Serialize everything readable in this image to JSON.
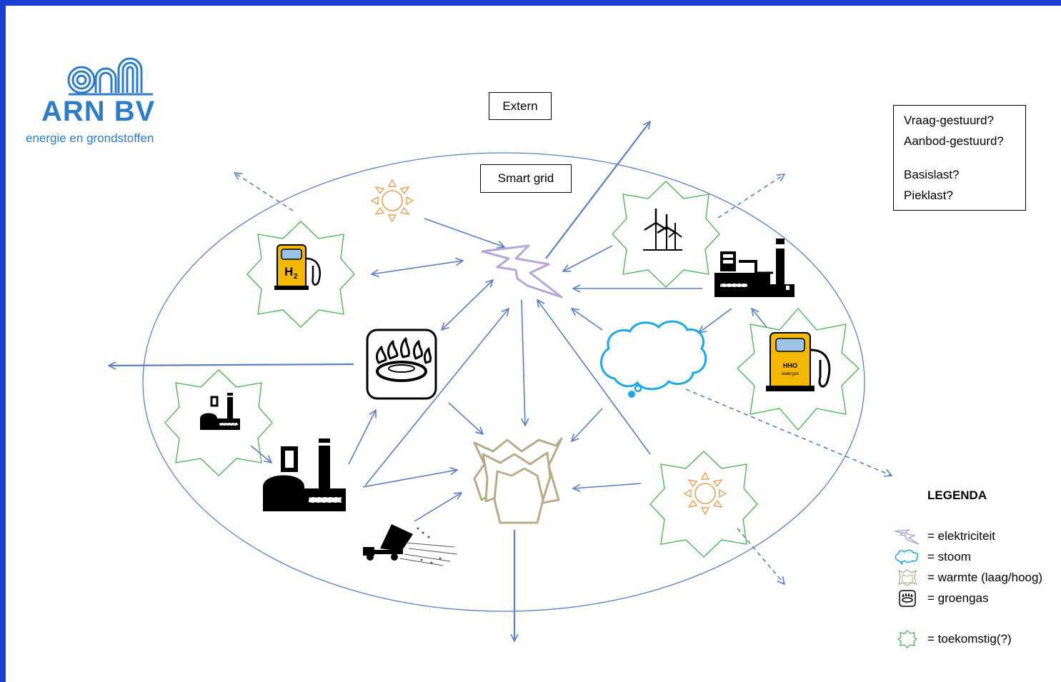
{
  "logo": {
    "title": "ARN BV",
    "subtitle": "energie en grondstoffen"
  },
  "labels": {
    "extern": "Extern",
    "smart_grid": "Smart grid"
  },
  "questions": {
    "line1": "Vraag-gestuurd?",
    "line2": "Aanbod-gestuurd?",
    "line3": "Basislast?",
    "line4": "Pieklast?"
  },
  "icons": {
    "h2_pump_text": "H",
    "h2_pump_sub": "2",
    "hho_pump_text": "HHO",
    "hho_pump_sub": "watergas"
  },
  "legend": {
    "title": "LEGENDA",
    "items": [
      {
        "icon": "lightning-icon",
        "label": "= elektriciteit"
      },
      {
        "icon": "cloud-icon",
        "label": "= stoom"
      },
      {
        "icon": "heat-icon",
        "label": "= warmte (laag/hoog)"
      },
      {
        "icon": "gas-burner-icon",
        "label": "= groengas"
      },
      {
        "icon": "star-icon",
        "label": "= toekomstig(?)"
      }
    ]
  },
  "colors": {
    "frame": "#1a3fd0",
    "arrow": "#5b7fc2",
    "star": "#4caf50",
    "lightning": "#b8a6d9",
    "cloud": "#1ea7e8",
    "heat": "#b8ab8a",
    "sun": "#e8a15a",
    "pump": "#f5b800",
    "logo": "#2e7cc4"
  }
}
